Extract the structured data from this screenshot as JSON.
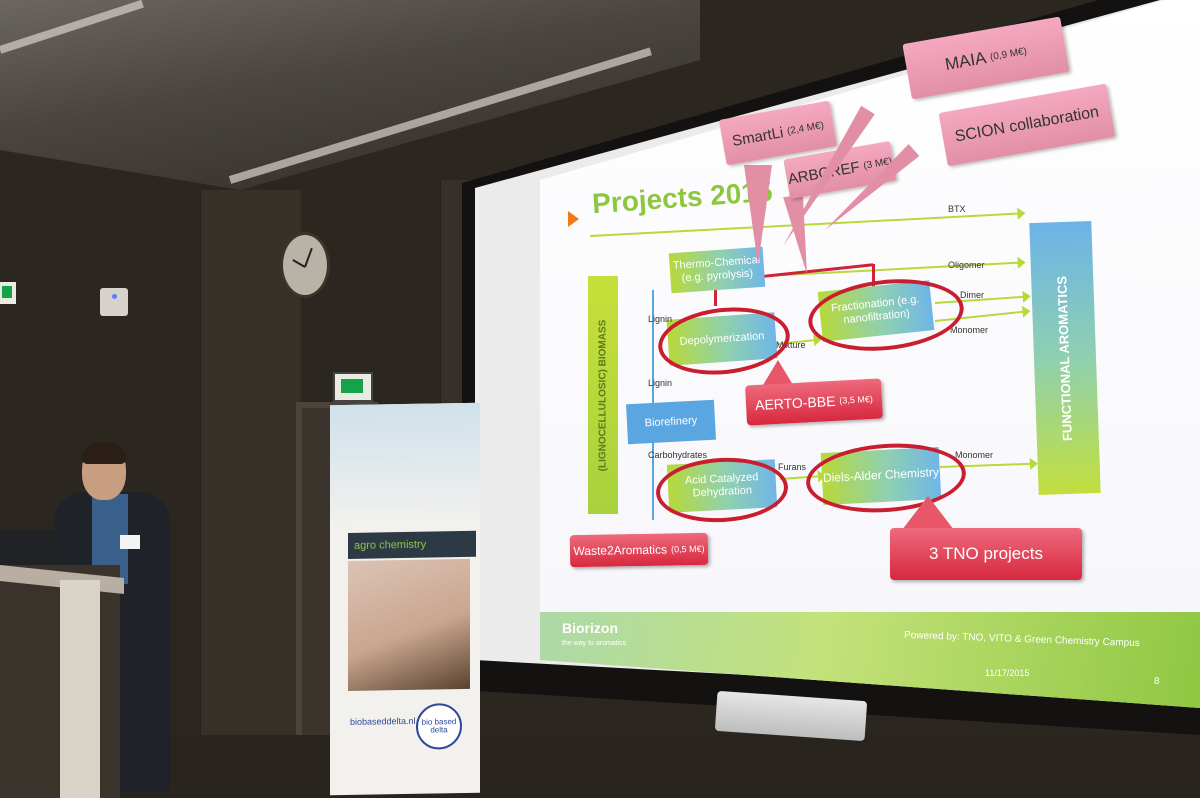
{
  "slide": {
    "title": "Projects 2015",
    "boxes": {
      "thermo_chemical": "Thermo-Chemical (e.g. pyrolysis)",
      "depolymerization": "Depolymerization",
      "fractionation": "Fractionation (e.g. nanofiltration)",
      "biorefinery": "Biorefinery",
      "acid_catalyzed": "Acid Catalyzed Dehydration",
      "diels_alder": "Diels-Alder Chemistry",
      "biomass": "(LIGNOCELLULOSIC) BIOMASS",
      "functional_aromatics": "FUNCTIONAL AROMATICS"
    },
    "labels": {
      "btx": "BTX",
      "oligomer": "Oligomer",
      "dimer": "Dimer",
      "monomer_top": "Monomer",
      "monomer_bottom": "Monomer",
      "lignin_top": "Lignin",
      "lignin_bottom": "Lignin",
      "mixture": "Mixture",
      "carbohydrates": "Carbohydrates",
      "furans": "Furans"
    },
    "callouts": {
      "smartli": "SmartLi",
      "smartli_amount": "(2,4 M€)",
      "maia": "MAIA",
      "maia_amount": "(0,9 M€)",
      "arboref": "ARBOREF",
      "arboref_amount": "(3 M€)",
      "scion": "SCION collaboration"
    },
    "red_boxes": {
      "aerto": "AERTO-BBE",
      "aerto_amount": "(3,5 M€)",
      "waste2aromatics": "Waste2Aromatics",
      "waste2aromatics_amount": "(0,5 M€)",
      "tno": "3 TNO projects"
    },
    "footer": {
      "brand": "Biorizon",
      "tagline": "the way to aromatics",
      "powered_by": "Powered by: TNO, VITO & Green Chemistry Campus",
      "date": "11/17/2015",
      "page": "8"
    }
  },
  "banner": {
    "strip_text": "agro chemistry",
    "url": "biobaseddelta.nl",
    "logo": "bio based delta"
  },
  "colors": {
    "accent_green": "#8dc63f",
    "accent_blue": "#5aa6e0",
    "callout_pink": "#e28fa6",
    "highlight_red": "#c81e2f"
  }
}
